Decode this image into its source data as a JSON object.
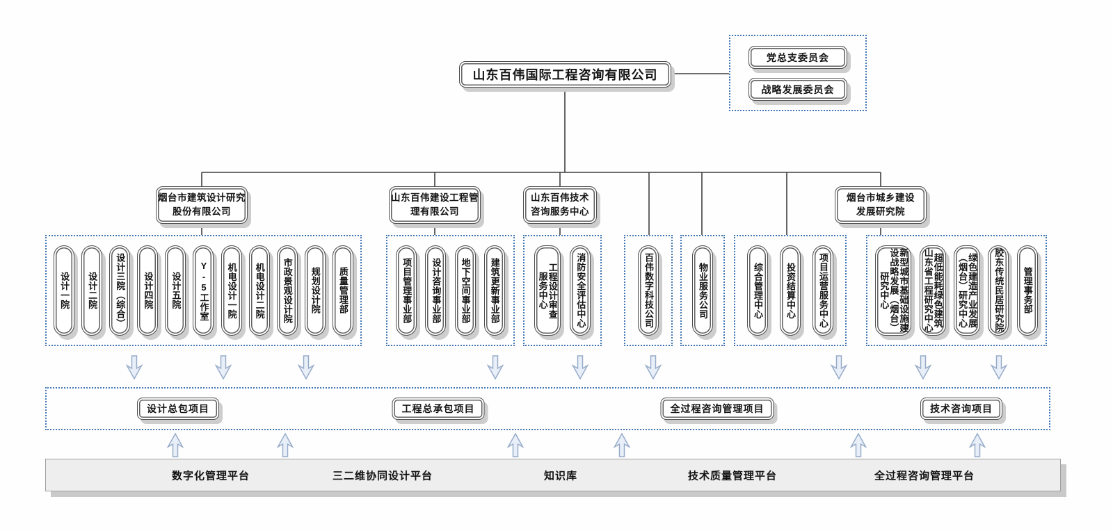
{
  "company": {
    "name": "山东百伟国际工程咨询有限公司"
  },
  "committees": [
    {
      "label": "党总支委员会"
    },
    {
      "label": "战略发展委员会"
    }
  ],
  "divisions": [
    {
      "label": "烟台市建筑设计研究\n股份有限公司"
    },
    {
      "label": "山东百伟建设工程管\n理有限公司"
    },
    {
      "label": "山东百伟技术\n咨询服务中心"
    },
    {
      "label": "烟台市城乡建设\n发展研究院"
    }
  ],
  "groups": [
    {
      "items": [
        {
          "label": "设计一院"
        },
        {
          "label": "设计二院"
        },
        {
          "label": "设计三院（综合）"
        },
        {
          "label": "设计四院"
        },
        {
          "label": "设计五院"
        },
        {
          "label": "Y-5工作室"
        },
        {
          "label": "机电设计一院"
        },
        {
          "label": "机电设计二院"
        },
        {
          "label": "市政景观设计院"
        },
        {
          "label": "规划设计院"
        },
        {
          "label": "质量管理部"
        }
      ]
    },
    {
      "items": [
        {
          "label": "项目管理事业部"
        },
        {
          "label": "设计咨询事业部"
        },
        {
          "label": "地下空间事业部"
        },
        {
          "label": "建筑更新事业部"
        }
      ]
    },
    {
      "items": [
        {
          "label": "工程设计审查\n服务中心"
        },
        {
          "label": "消防安全评估中心"
        }
      ]
    },
    {
      "items": [
        {
          "label": "百伟数字科技公司"
        }
      ]
    },
    {
      "items": [
        {
          "label": "物业服务公司"
        }
      ]
    },
    {
      "items": [
        {
          "label": "综合管理中心"
        },
        {
          "label": "投资结算中心"
        },
        {
          "label": "项目运营服务中心"
        }
      ]
    },
    {
      "items": [
        {
          "label": "新型城市基础设施建\n设战略发展（烟台）\n研究中心"
        },
        {
          "label": "超低能耗绿色建筑\n山东省工程研究中心"
        },
        {
          "label": "绿色建造产业发展\n（烟台）研究中心"
        },
        {
          "label": "胶东传统民居研究院"
        },
        {
          "label": "管理事务部"
        }
      ]
    }
  ],
  "projects": [
    {
      "label": "设计总包项目"
    },
    {
      "label": "工程总承包项目"
    },
    {
      "label": "全过程咨询管理项目"
    },
    {
      "label": "技术咨询项目"
    }
  ],
  "platforms": [
    {
      "label": "数字化管理平台"
    },
    {
      "label": "三二维协同设计平台"
    },
    {
      "label": "知识库"
    },
    {
      "label": "技术质量管理平台"
    },
    {
      "label": "全过程咨询管理平台"
    }
  ],
  "colors": {
    "dashed_border": "#4076b4",
    "box_border": "#4f4f4f",
    "connector_line": "#3f3f3f",
    "arrow_fill": "#e9eff8",
    "arrow_stroke": "#96abc9",
    "platform_bar_fill": "#eeeeee",
    "shadow": "#cdcdcd"
  }
}
